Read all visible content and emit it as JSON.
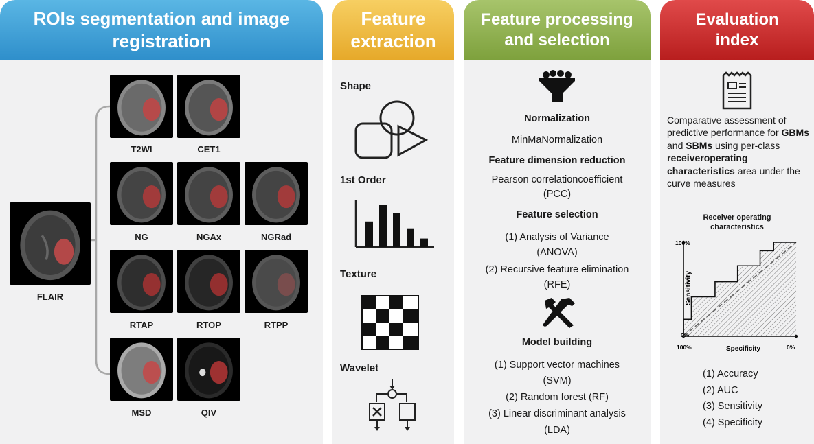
{
  "panels": {
    "roi": {
      "title_line1": "ROIs segmentation and image",
      "title_line2": "registration"
    },
    "feature_extraction": {
      "title_line1": "Feature",
      "title_line2": "extraction"
    },
    "feature_processing": {
      "title_line1": "Feature processing",
      "title_line2": "and selection"
    },
    "evaluation": {
      "title_line1": "Evaluation",
      "title_line2": "index"
    }
  },
  "roi": {
    "source_label": "FLAIR",
    "images": [
      "T2WI",
      "CET1",
      "NG",
      "NGAx",
      "NGRad",
      "RTAP",
      "RTOP",
      "RTPP",
      "MSD",
      "QIV"
    ]
  },
  "feature_extraction": {
    "items": [
      "Shape",
      "1st Order",
      "Texture",
      "Wavelet"
    ],
    "histogram_values": [
      3,
      5,
      4,
      2.2,
      1
    ]
  },
  "feature_processing": {
    "normalization_title": "Normalization",
    "normalization_text": "MinMaNormalization",
    "reduction_title": "Feature dimension reduction",
    "reduction_line1": "Pearson correlationcoefficient",
    "reduction_line2": "(PCC)",
    "selection_title": "Feature selection",
    "selection_1a": "(1)  Analysis of Variance",
    "selection_1b": "(ANOVA)",
    "selection_2a": "(2)  Recursive feature elimination",
    "selection_2b": "(RFE)",
    "model_title": "Model building",
    "model_1a": "(1)  Support vector machines",
    "model_1b": "(SVM)",
    "model_2": "(2)  Random forest (RF)",
    "model_3a": "(3) Linear discriminant analysis",
    "model_3b": "(LDA)"
  },
  "evaluation": {
    "desc_1": "Comparative assessment of predictive performance for ",
    "desc_gbm": "GBMs",
    "desc_and": " and ",
    "desc_sbm": "SBMs",
    "desc_2": " using per-class ",
    "desc_roc": "receiveroperating characteristics",
    "desc_3": " area under the curve measures",
    "roc_title_1": "Receiver operating",
    "roc_title_2": "characteristics",
    "y_label": "Sensitivity",
    "x_label": "Specificity",
    "y_top": "100%",
    "y_bottom": "0%",
    "x_left": "100%",
    "x_right": "0%",
    "metrics": [
      "(1)  Accuracy",
      "(2)  AUC",
      "(3) Sensitivity",
      "(4) Specificity"
    ]
  },
  "chart_data": {
    "type": "line",
    "title": "Receiver operating characteristics",
    "xlabel": "Specificity",
    "ylabel": "Sensitivity",
    "x": [
      1.0,
      1.0,
      0.93,
      0.93,
      0.72,
      0.72,
      0.52,
      0.52,
      0.32,
      0.32,
      0.2,
      0.2,
      0.0,
      0.0
    ],
    "y": [
      0.0,
      0.18,
      0.18,
      0.42,
      0.42,
      0.58,
      0.58,
      0.75,
      0.75,
      0.91,
      0.91,
      1.0,
      1.0,
      0.0
    ],
    "xlim": [
      1.0,
      0.0
    ],
    "ylim": [
      0.0,
      1.0
    ],
    "reference_line": "diagonal"
  }
}
